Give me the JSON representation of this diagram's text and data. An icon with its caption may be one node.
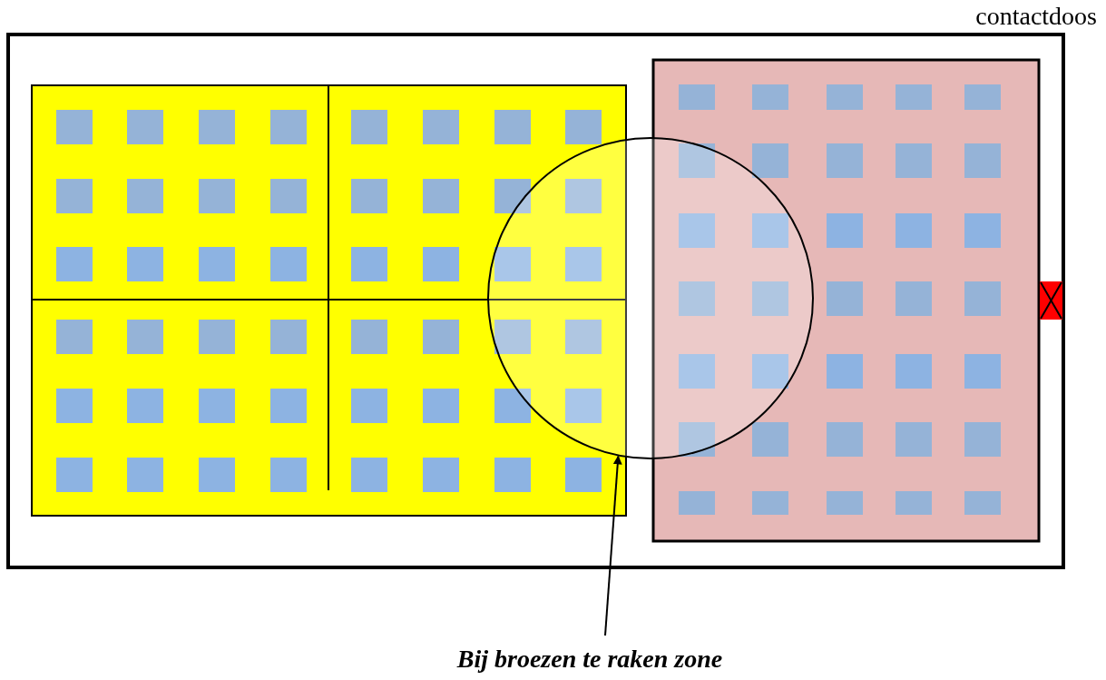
{
  "diagram": {
    "nodes": [
      {
        "text": [
          "Bij broezen te raken zone"
        ]
      },
      {
        "text": [],
        "shape": "circle"
      }
    ],
    "edges": [
      {
        "from": 0,
        "to": 1,
        "arrow": "to"
      }
    ],
    "labels": [
      "contactdoos"
    ]
  }
}
